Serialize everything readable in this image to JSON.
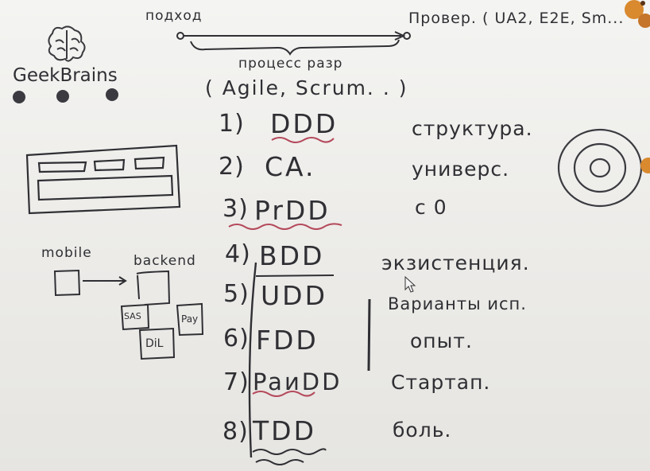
{
  "whiteboard": {
    "top": {
      "left_word": "подход",
      "right_word": "Провер. ( UA2, E2E, Sm..."
    },
    "process_label": "процесс разр",
    "methods_label": "( Agile, Scrum. . )",
    "logo": {
      "name": "GeekBrains"
    },
    "list": [
      {
        "num": "1)",
        "term": "DDD",
        "note": "структура."
      },
      {
        "num": "2)",
        "term": "CA.",
        "note": "универс."
      },
      {
        "num": "3)",
        "term": "PrDD",
        "note": "с  0"
      },
      {
        "num": "4)",
        "term": "BDD",
        "note": "экзистенция."
      },
      {
        "num": "5)",
        "term": "UDD",
        "note": "Варианты исп."
      },
      {
        "num": "6)",
        "term": "FDD",
        "note": "опыт."
      },
      {
        "num": "7)",
        "term": "PaиDD",
        "note": "Стартап."
      },
      {
        "num": "8)",
        "term": "TDD",
        "note": "боль."
      }
    ],
    "diagram": {
      "mobile": "mobile",
      "backend": "backend",
      "boxes": [
        "SAS",
        "Pay",
        "DiL"
      ]
    },
    "colors": {
      "marker": "#2f2f34",
      "underline": "#b4485a",
      "orange": "#d9892e"
    }
  }
}
